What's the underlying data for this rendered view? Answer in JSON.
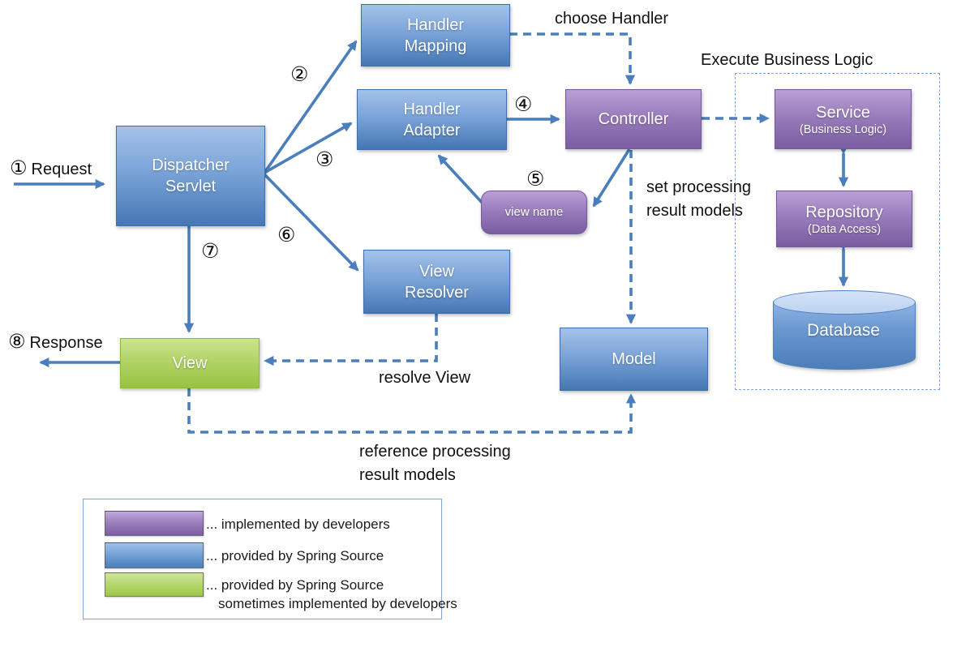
{
  "diagram": {
    "title_semantics": "Spring MVC request processing flow",
    "nodes": {
      "dispatcher_servlet": {
        "label": "Dispatcher Servlet"
      },
      "handler_mapping": {
        "label": "Handler Mapping"
      },
      "handler_adapter": {
        "label": "Handler Adapter"
      },
      "controller": {
        "label": "Controller"
      },
      "view_name": {
        "label": "view name"
      },
      "view_resolver": {
        "label": "View Resolver"
      },
      "view": {
        "label": "View"
      },
      "model": {
        "label": "Model"
      },
      "service": {
        "label": "Service",
        "sublabel": "(Business Logic)"
      },
      "repository": {
        "label": "Repository",
        "sublabel": "(Data Access)"
      },
      "database": {
        "label": "Database"
      }
    },
    "steps": {
      "s1": "①",
      "s2": "②",
      "s3": "③",
      "s4": "④",
      "s5": "⑤",
      "s6": "⑥",
      "s7": "⑦",
      "s8": "⑧"
    },
    "annotations": {
      "request": "Request",
      "response": "Response",
      "choose_handler": "choose Handler",
      "execute_business_logic": "Execute Business Logic",
      "set_processing_1": "set processing",
      "set_processing_2": "result models",
      "resolve_view": "resolve View",
      "reference_1": "reference processing",
      "reference_2": "result models"
    },
    "legend": {
      "items": [
        {
          "color": "#8064a2",
          "lines": [
            "... implemented by developers"
          ]
        },
        {
          "color": "#4a7ebc",
          "lines": [
            "... provided by Spring Source"
          ]
        },
        {
          "color": "#9bc648",
          "lines": [
            "... provided by Spring Source",
            "sometimes implemented by developers"
          ]
        }
      ]
    },
    "colors": {
      "spring_blue": "#4a7ebc",
      "developer_purple": "#8064a2",
      "view_green": "#9bc648",
      "arrow_blue": "#4a7ebc",
      "group_border_blue": "#7ba7d7",
      "text_black": "#111111"
    }
  }
}
